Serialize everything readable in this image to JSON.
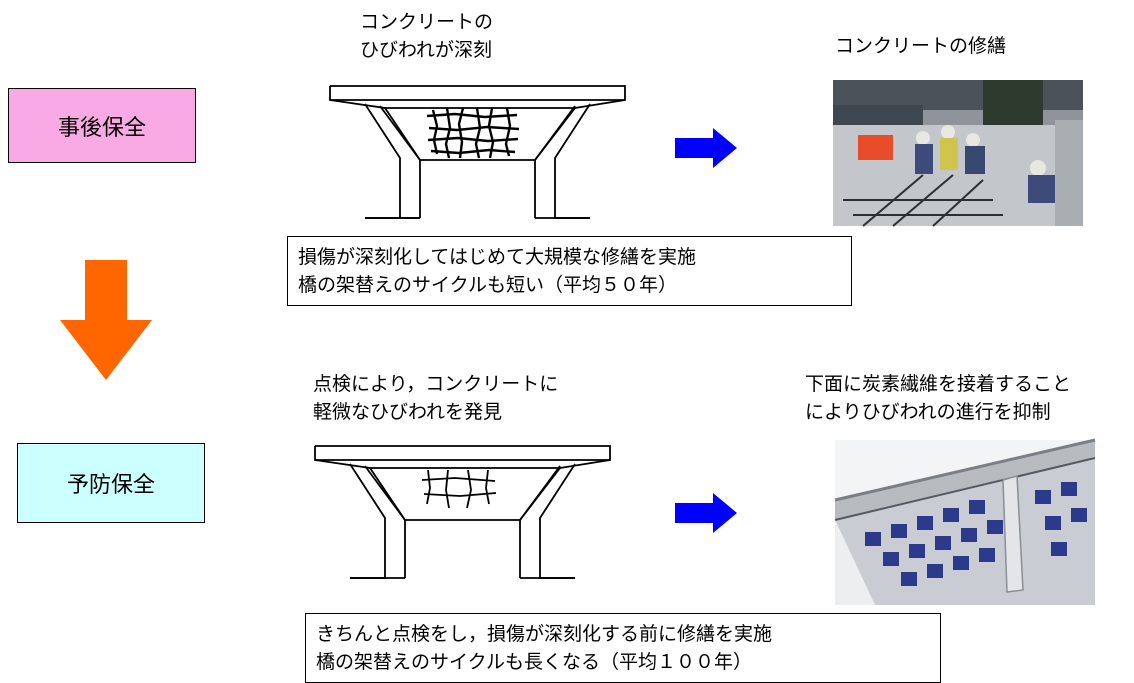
{
  "top": {
    "label_box": "事後保全",
    "label_box_color": "#f9a9e3",
    "sketch_caption": [
      "コンクリートの",
      "ひびわれが深刻"
    ],
    "photo_caption": "コンクリートの修繕",
    "note": [
      "損傷が深刻化してはじめて大規模な修繕を実施",
      "橋の架替えのサイクルも短い（平均５０年）"
    ]
  },
  "bottom": {
    "label_box": "予防保全",
    "label_box_color": "#ccffff",
    "sketch_caption": [
      "点検により，コンクリートに",
      "軽微なひびわれを発見"
    ],
    "photo_caption": [
      "下面に炭素繊維を接着すること",
      "によりひびわれの進行を抑制"
    ],
    "note": [
      "きちんと点検をし，損傷が深刻化する前に修繕を実施",
      "橋の架替えのサイクルも長くなる（平均１００年）"
    ]
  },
  "colors": {
    "down_arrow": "#ff6600",
    "right_arrow": "#0000ff"
  },
  "icons": {
    "down_arrow": "down-arrow-icon",
    "right_arrow": "right-arrow-icon"
  }
}
